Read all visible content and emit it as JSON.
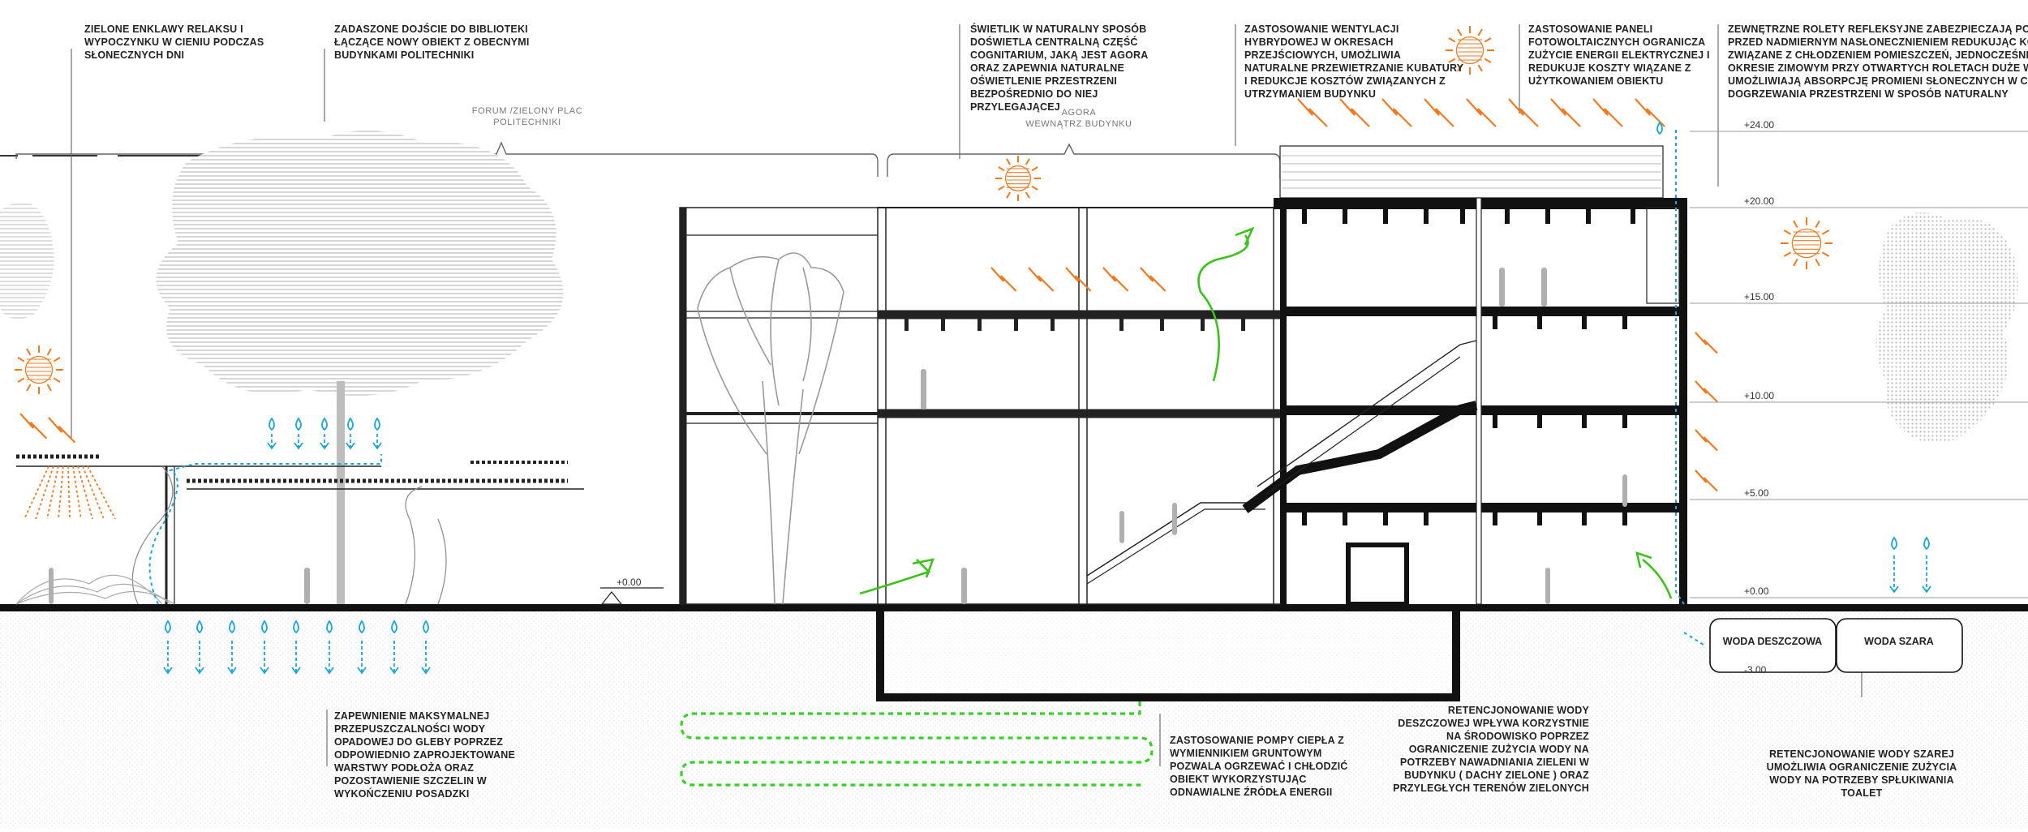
{
  "colors": {
    "ink": "#111111",
    "accent_orange": "#f07a22",
    "water_blue": "#1aa6d8",
    "ventilation_green": "#3cc21c",
    "heat_pump_green": "#38d12a",
    "tree_grey": "#b8b8b8",
    "ground_hatch": "#c9c9c9"
  },
  "icons": [
    "sun-icon",
    "raindrop-icon",
    "ventilation-arrow-icon",
    "solar-ray-icon",
    "tree-icon",
    "person-icon"
  ],
  "annotations": {
    "green_enclaves": [
      "ZIELONE ENKLAWY RELAKSU I",
      "WYPOCZYNKU W CIENIU PODCZAS",
      "SŁONECZNYCH DNI"
    ],
    "covered_entrance": [
      "ZADASZONE DOJŚCIE DO BIBLIOTEKI",
      "ŁĄCZĄCE NOWY OBIEKT Z OBECNYMI",
      "BUDYNKAMI POLITECHNIKI"
    ],
    "skylight": [
      "ŚWIETLIK W NATURALNY SPOSÓB",
      "DOŚWIETLA CENTRALNĄ CZĘŚĆ",
      "COGNITARIUM, JAKĄ JEST AGORA",
      "ORAZ ZAPEWNIA NATURALNE",
      "OŚWIETLENIE PRZESTRZENI",
      "BEZPOŚREDNIO DO NIEJ",
      "PRZYLEGAJĄCEJ"
    ],
    "hybrid_ventilation": [
      "ZASTOSOWANIE WENTYLACJI",
      "HYBRYDOWEJ W OKRESACH",
      "PRZEJŚCIOWYCH, UMOŻLIWIA",
      "NATURALNE PRZEWIETRZANIE KUBATURY",
      "I REDUKCJE KOSZTÓW ZWIĄZANYCH Z",
      "UTRZYMANIEM BUDYNKU"
    ],
    "pv_panels": [
      "ZASTOSOWANIE PANELI",
      "FOTOWOLTAICZNYCH OGRANICZA",
      "ZUŻYCIE ENERGII ELEKTRYCZNEJ I",
      "REDUKUJE KOSZTY WIĄZANE Z",
      "UŻYTKOWANIEM OBIEKTU"
    ],
    "external_blinds": [
      "ZEWNĘTRZNE ROLETY REFLEKSYJNE ZABEZPIECZAJĄ POMIESZCZENIA",
      "PRZED NADMIERNYM NASŁONECZNIENIEM REDUKUJĄC KOSZTY",
      "ZWIĄZANE Z CHŁODZENIEM POMIESZCZEŃ, JEDNOCZEŚNIE W",
      "OKRESIE ZIMOWYM PRZY OTWARTYCH ROLETACH DUŻE WITRYNY",
      "UMOŻLIWIAJĄ ABSORPCJĘ PROMIENI SŁONECZNYCH W CELU",
      "DOGRZEWANIA PRZESTRZENI W SPOSÓB NATURALNY"
    ],
    "permeability": [
      "ZAPEWNIENIE MAKSYMALNEJ",
      "PRZEPUSZCZALNOŚCI WODY",
      "OPADOWEJ DO GLEBY POPRZEZ",
      "ODPOWIEDNIO ZAPROJEKTOWANE",
      "WARSTWY PODŁOŻA ORAZ",
      "POZOSTAWIENIE  SZCZELIN W",
      "WYKOŃCZENIU POSADZKI"
    ],
    "heat_pump": [
      "ZASTOSOWANIE POMPY CIEPŁA Z",
      "WYMIENNIKIEM GRUNTOWYM",
      "POZWALA OGRZEWAĆ I CHŁODZIĆ",
      "OBIEKT WYKORZYSTUJĄC",
      "ODNAWIALNE ŹRÓDŁA ENERGII"
    ],
    "rainwater_retention": [
      "RETENCJONOWANIE WODY",
      "DESZCZOWEJ WPŁYWA KORZYSTNIE",
      "NA ŚRODOWISKO POPRZEZ",
      "OGRANICZENIE ZUŻYCIA WODY NA",
      "POTRZEBY NAWADNIANIA ZIELENI W",
      "BUDYNKU ( DACHY ZIELONE ) ORAZ",
      "PRZYLEGŁYCH TERENÓW ZIELONYCH"
    ],
    "greywater_retention": [
      "RETENCJONOWANIE WODY SZAREJ",
      "UMOŻLIWIA OGRANICZENIE ZUŻYCIA",
      "WODY NA POTRZEBY SPŁUKIWANIA",
      "TOALET"
    ]
  },
  "zones": {
    "forum": [
      "FORUM  /ZIELONY PLAC",
      "POLITECHNIKI"
    ],
    "agora": [
      "AGORA",
      "WEWNĄTRZ BUDYNKU"
    ]
  },
  "levels": {
    "ground_marker": "+0.00",
    "right_axis": [
      "+24.00",
      "+20.00",
      "+15.00",
      "+10.00",
      "+5.00",
      "+0.00",
      "-3.00"
    ]
  },
  "tanks": {
    "rainwater": "WODA DESZCZOWA",
    "greywater": "WODA SZARA"
  }
}
